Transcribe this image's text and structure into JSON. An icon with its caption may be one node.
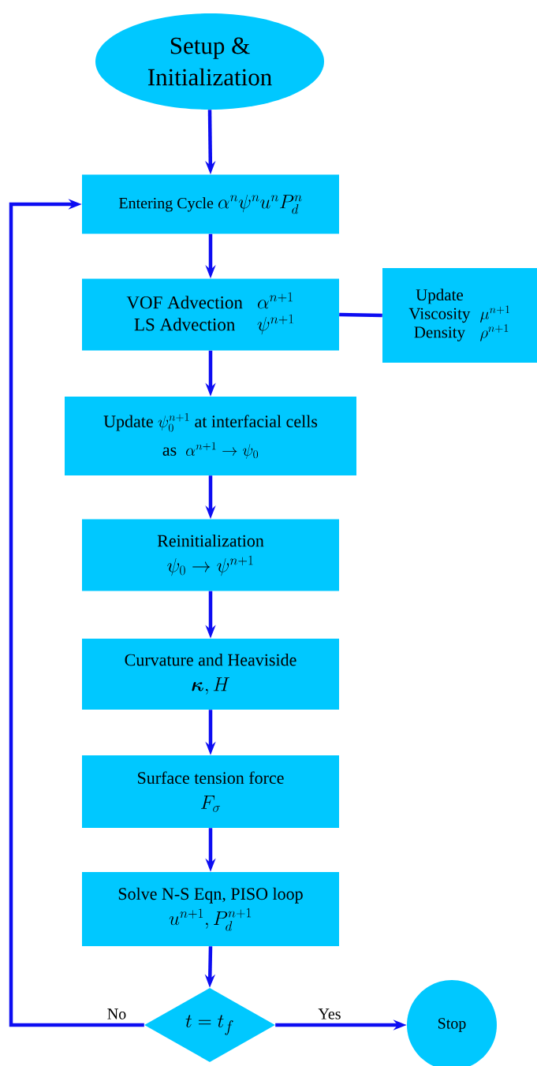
{
  "diagram": {
    "nodes": [
      {
        "text": [
          "Setup & Initialization"
        ]
      },
      {
        "text": [
          "Entering Cycle",
          "\\alpha^{n}\\psi^{n}u^{n}P_{d}^{n}"
        ]
      },
      {
        "text": [
          "VOF Advection",
          "\\alpha^{n+1}",
          "LS Advection",
          "\\psi^{n+1}"
        ]
      },
      {
        "text": [
          "Update",
          "Viscosity",
          "\\mu^{n+1}",
          "Density",
          "\\rho^{n+1}"
        ]
      },
      {
        "text": [
          "Update",
          "\\psi_{0}^{n+1}",
          "at interfacial cells",
          "as",
          "\\alpha^{n+1}\\rightarrow\\psi_{0}"
        ]
      },
      {
        "text": [
          "Reinitialization",
          "\\psi_{0}\\rightarrow\\psi^{n+1}"
        ]
      },
      {
        "text": [
          "Curvature and Heaviside",
          "\\boldsymbol{\\kappa}, H"
        ]
      },
      {
        "text": [
          "Surface tension force",
          "F_{\\sigma}"
        ]
      },
      {
        "text": [
          "Solve N-S Eqn, PISO loop",
          "u^{n+1}, P_{d}^{n+1}"
        ]
      },
      {
        "text": [
          "t=t_{f}"
        ]
      },
      {
        "text": [
          "Stop"
        ]
      }
    ],
    "edges": [
      {
        "from": 0,
        "to": 1,
        "arrow": "to"
      },
      {
        "from": 1,
        "to": 2,
        "arrow": "to"
      },
      {
        "from": 2,
        "to": 3,
        "arrow": "none"
      },
      {
        "from": 2,
        "to": 4,
        "arrow": "to"
      },
      {
        "from": 4,
        "to": 5,
        "arrow": "to"
      },
      {
        "from": 5,
        "to": 6,
        "arrow": "to"
      },
      {
        "from": 6,
        "to": 7,
        "arrow": "to"
      },
      {
        "from": 7,
        "to": 8,
        "arrow": "to"
      },
      {
        "from": 8,
        "to": 9,
        "arrow": "to"
      },
      {
        "from": 9,
        "to": 1,
        "arrow": "to",
        "label": "No"
      },
      {
        "from": 9,
        "to": 10,
        "arrow": "to",
        "label": "Yes"
      }
    ]
  }
}
